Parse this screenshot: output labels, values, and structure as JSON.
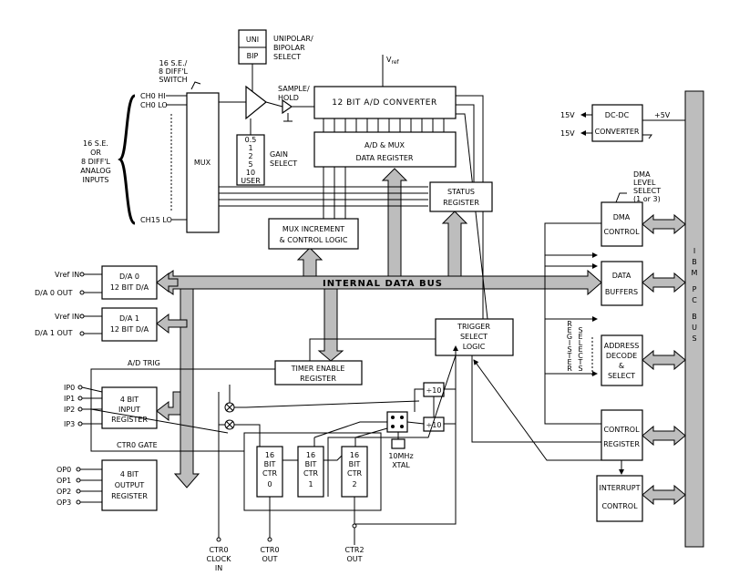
{
  "blocks": {
    "uni_bip_top": "UNI",
    "uni_bip_bottom": "BIP",
    "unipolar_select": [
      "UNIPOLAR/",
      "BIPOLAR",
      "SELECT"
    ],
    "se_diff_switch": [
      "16 S.E./",
      "8 DIFF'L",
      "SWITCH"
    ],
    "vref": "V",
    "vref_sub": "ref",
    "sample_hold": [
      "SAMPLE/",
      "HOLD"
    ],
    "adc": "12 BIT A/D CONVERTER",
    "ad_mux_reg": [
      "A/D & MUX",
      "DATA REGISTER"
    ],
    "mux": "MUX",
    "analog_inputs": [
      "16 S.E.",
      "OR",
      "8 DIFF'L",
      "ANALOG",
      "INPUTS"
    ],
    "ch0_hi": "CH0 HI",
    "ch0_lo": "CH0 LO",
    "ch15_lo": "CH15 LO",
    "gains": [
      "0.5",
      "1",
      "2",
      "5",
      "10",
      "USER"
    ],
    "gain_select": [
      "GAIN",
      "SELECT"
    ],
    "status_reg": [
      "STATUS",
      "REGISTER"
    ],
    "mux_incr": [
      "MUX INCREMENT",
      "& CONTROL LOGIC"
    ],
    "dcdc": [
      "DC-DC",
      "CONVERTER"
    ],
    "v15a": "15V",
    "v15b": "15V",
    "v5": "+5V",
    "dma_level": [
      "DMA",
      "LEVEL",
      "SELECT",
      "(1 or 3)"
    ],
    "dma_control": [
      "DMA",
      "CONTROL"
    ],
    "data_buffers": [
      "DATA",
      "BUFFERS"
    ],
    "addr_decode": [
      "ADDRESS",
      "DECODE",
      "&",
      "SELECT"
    ],
    "register_selects": [
      "R",
      "E",
      "G",
      "I",
      "S",
      "T",
      "E",
      "R"
    ],
    "register_selects2": [
      "S",
      "E",
      "L",
      "E",
      "C",
      "T",
      "S"
    ],
    "control_reg": [
      "CONTROL",
      "REGISTER"
    ],
    "interrupt": [
      "INTERRUPT",
      "CONTROL"
    ],
    "ibm_bus": [
      "I",
      "B",
      "M",
      "",
      "P",
      "C",
      "",
      "B",
      "U",
      "S"
    ],
    "internal_bus": "INTERNAL DATA BUS",
    "da0": [
      "D/A 0",
      "12 BIT D/A"
    ],
    "da1": [
      "D/A 1",
      "12 BIT D/A"
    ],
    "vref_in0": "Vref IN",
    "da0_out": "D/A 0 OUT",
    "vref_in1": "Vref IN",
    "da1_out": "D/A 1 OUT",
    "trigger": [
      "TRIGGER",
      "SELECT",
      "LOGIC"
    ],
    "ad_trig": "A/D TRIG",
    "timer_enable": [
      "TIMER ENABLE",
      "REGISTER"
    ],
    "input_reg": [
      "4 BIT",
      "INPUT",
      "REGISTER"
    ],
    "ip": [
      "IP0",
      "IP1",
      "IP2",
      "IP3"
    ],
    "ctr0_gate": "CTR0 GATE",
    "output_reg": [
      "4 BIT",
      "OUTPUT",
      "REGISTER"
    ],
    "op": [
      "OP0",
      "OP1",
      "OP2",
      "OP3"
    ],
    "ctr0": [
      "16",
      "BIT",
      "CTR",
      "0"
    ],
    "ctr1": [
      "16",
      "BIT",
      "CTR",
      "1"
    ],
    "ctr2": [
      "16",
      "BIT",
      "CTR",
      "2"
    ],
    "div10a": "÷10",
    "div10b": "÷10",
    "xtal": [
      "10MHz",
      "XTAL"
    ],
    "ctr0_clock": [
      "CTR0",
      "CLOCK",
      "IN"
    ],
    "ctr0_out": [
      "CTR0",
      "OUT"
    ],
    "ctr2_out": [
      "CTR2",
      "OUT"
    ]
  }
}
